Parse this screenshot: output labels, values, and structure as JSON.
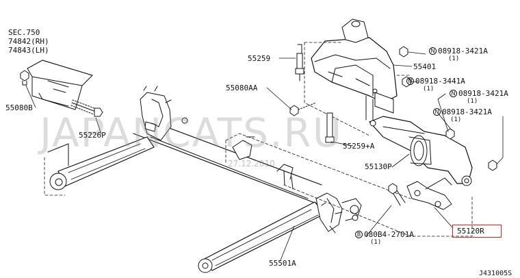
{
  "watermark": {
    "text": "JAPANCATS.RU",
    "date": "27.12.2010"
  },
  "section_ref": {
    "sec": "SEC.750",
    "rh": "74842(RH)",
    "lh": "74843(LH)"
  },
  "labels": {
    "p55080B": "55080B",
    "p55226P": "55226P",
    "p55259": "55259",
    "p55080AA": "55080AA",
    "p55401": "55401",
    "p55259A": "55259+A",
    "p55130P": "55130P",
    "p55501A": "55501A",
    "p55120R": "55120R",
    "n1": "08918-3421A",
    "n2": "08918-3441A",
    "n3": "08918-3421A",
    "n4": "08918-3421A",
    "b1": "080B4-2701A",
    "figure_code": "J431005S"
  },
  "markers": {
    "n": "N",
    "b": "B"
  },
  "quantities": {
    "q1": "(1)",
    "q2": "(1)",
    "q3": "(1)",
    "q4": "(1)",
    "q5": "(1)"
  },
  "colors": {
    "line": "#111111",
    "highlight": "#d42020",
    "watermark": "#969696"
  }
}
